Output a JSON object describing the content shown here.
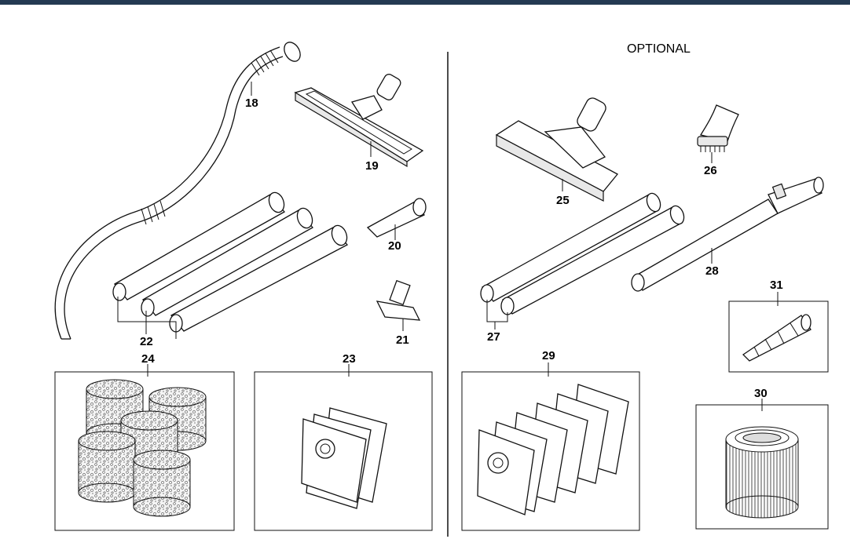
{
  "header": {
    "optional_label": "OPTIONAL"
  },
  "parts": {
    "p18": "18",
    "p19": "19",
    "p20": "20",
    "p21": "21",
    "p22": "22",
    "p23": "23",
    "p24": "24",
    "p25": "25",
    "p26": "26",
    "p27": "27",
    "p28": "28",
    "p29": "29",
    "p30": "30",
    "p31": "31"
  },
  "colors": {
    "top_bar": "#243a52"
  }
}
